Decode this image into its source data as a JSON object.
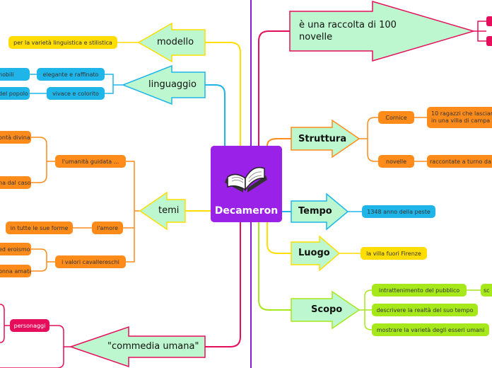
{
  "center": {
    "title": "Decameron",
    "icon": "open-book-icon"
  },
  "left": {
    "modello": {
      "label": "modello",
      "child": "per la varietà linguistica e stilistica"
    },
    "linguaggio": {
      "label": "linguaggio",
      "children": [
        {
          "label": "elegante e raffinato",
          "leaf": "nobili"
        },
        {
          "label": "vivace e colorito",
          "leaf": "del popolo"
        }
      ]
    },
    "temi": {
      "label": "temi",
      "children": [
        {
          "label": "l'umanità guidata ...",
          "leaves": [
            "ontà divina",
            "na dal caso"
          ]
        },
        {
          "label": "l'amore",
          "leaves": [
            "in tutte le sue forme"
          ]
        },
        {
          "label": "i valori cavallereschi",
          "leaves": [
            "ed eroismo",
            "onna amata"
          ]
        }
      ]
    },
    "commedia": {
      "label": "\"commedia umana\"",
      "children": [
        "personaggi"
      ]
    }
  },
  "right": {
    "raccolta": {
      "label": "è una raccolta di 100 novelle"
    },
    "struttura": {
      "label": "Struttura",
      "children": [
        {
          "label": "Cornice",
          "leaf": "10 ragazzi che lasciar in una villa di campa"
        },
        {
          "label": "novelle",
          "leaf": "raccontate a turno da"
        }
      ]
    },
    "tempo": {
      "label": "Tempo",
      "child": "1348 anno della peste"
    },
    "luogo": {
      "label": "Luogo",
      "child": "la villa fuori Firenze"
    },
    "scopo": {
      "label": "Scopo",
      "children": [
        {
          "label": "intrattenimento del pubblico",
          "leaf": "sc"
        },
        {
          "label": "descrivere la realtà del suo tempo"
        },
        {
          "label": "mostrare la varietà degli esseri umani"
        }
      ]
    }
  },
  "colors": {
    "center": "#9a21e8",
    "yellow": "#ffdd00",
    "orange": "#ff8c1a",
    "blue": "#1fb5e8",
    "green": "#a6e81a",
    "pink": "#e60e5a",
    "arrow_fill": "#bdf7cf",
    "divider": "#8a1ad8"
  }
}
